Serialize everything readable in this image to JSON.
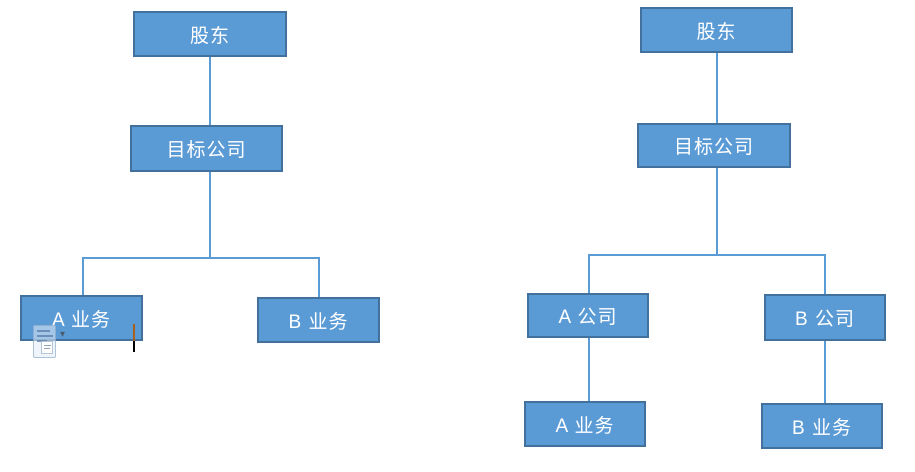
{
  "colors": {
    "page_background": "#FFFFFF",
    "node_fill": "#5B9BD5",
    "node_border": "#41719C",
    "connector": "#5B9BD5",
    "node_text": "#FFFFFF",
    "caret_upper": "#A9601C",
    "caret_lower": "#000000"
  },
  "charts": {
    "before": {
      "nodes": {
        "shareholder": "股东",
        "target_company": "目标公司",
        "business_a": "A 业务",
        "business_b": "B 业务"
      },
      "edges": [
        [
          "shareholder",
          "target_company"
        ],
        [
          "target_company",
          "business_a"
        ],
        [
          "target_company",
          "business_b"
        ]
      ]
    },
    "after": {
      "nodes": {
        "shareholder": "股东",
        "target_company": "目标公司",
        "company_a": "A 公司",
        "company_b": "B 公司",
        "business_a": "A 业务",
        "business_b": "B 业务"
      },
      "edges": [
        [
          "shareholder",
          "target_company"
        ],
        [
          "target_company",
          "company_a"
        ],
        [
          "target_company",
          "company_b"
        ],
        [
          "company_a",
          "business_a"
        ],
        [
          "company_b",
          "business_b"
        ]
      ]
    }
  },
  "overlays": {
    "icons": {
      "paste_options": "clipboard-paste-icon",
      "paste_options_dropdown": "▾"
    }
  }
}
